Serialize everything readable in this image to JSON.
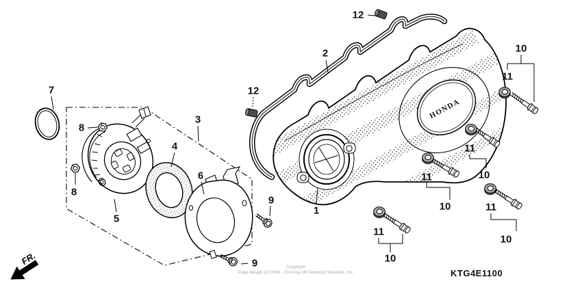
{
  "diagram": {
    "brand_logo": "HONDA",
    "part_code": "KTG4E1100",
    "fr_indicator": "FR.",
    "watermark": {
      "line1": "Copyright",
      "line2": "Page design (c) 2004 - 2014 by ARI Network Services, Inc."
    },
    "callouts": {
      "part1": "1",
      "part2": "2",
      "part3": "3",
      "part4": "4",
      "part5": "5",
      "part6": "6",
      "part7": "7",
      "part8": "8",
      "part9": "9",
      "part10": "10",
      "part11": "11",
      "part12": "12"
    }
  }
}
